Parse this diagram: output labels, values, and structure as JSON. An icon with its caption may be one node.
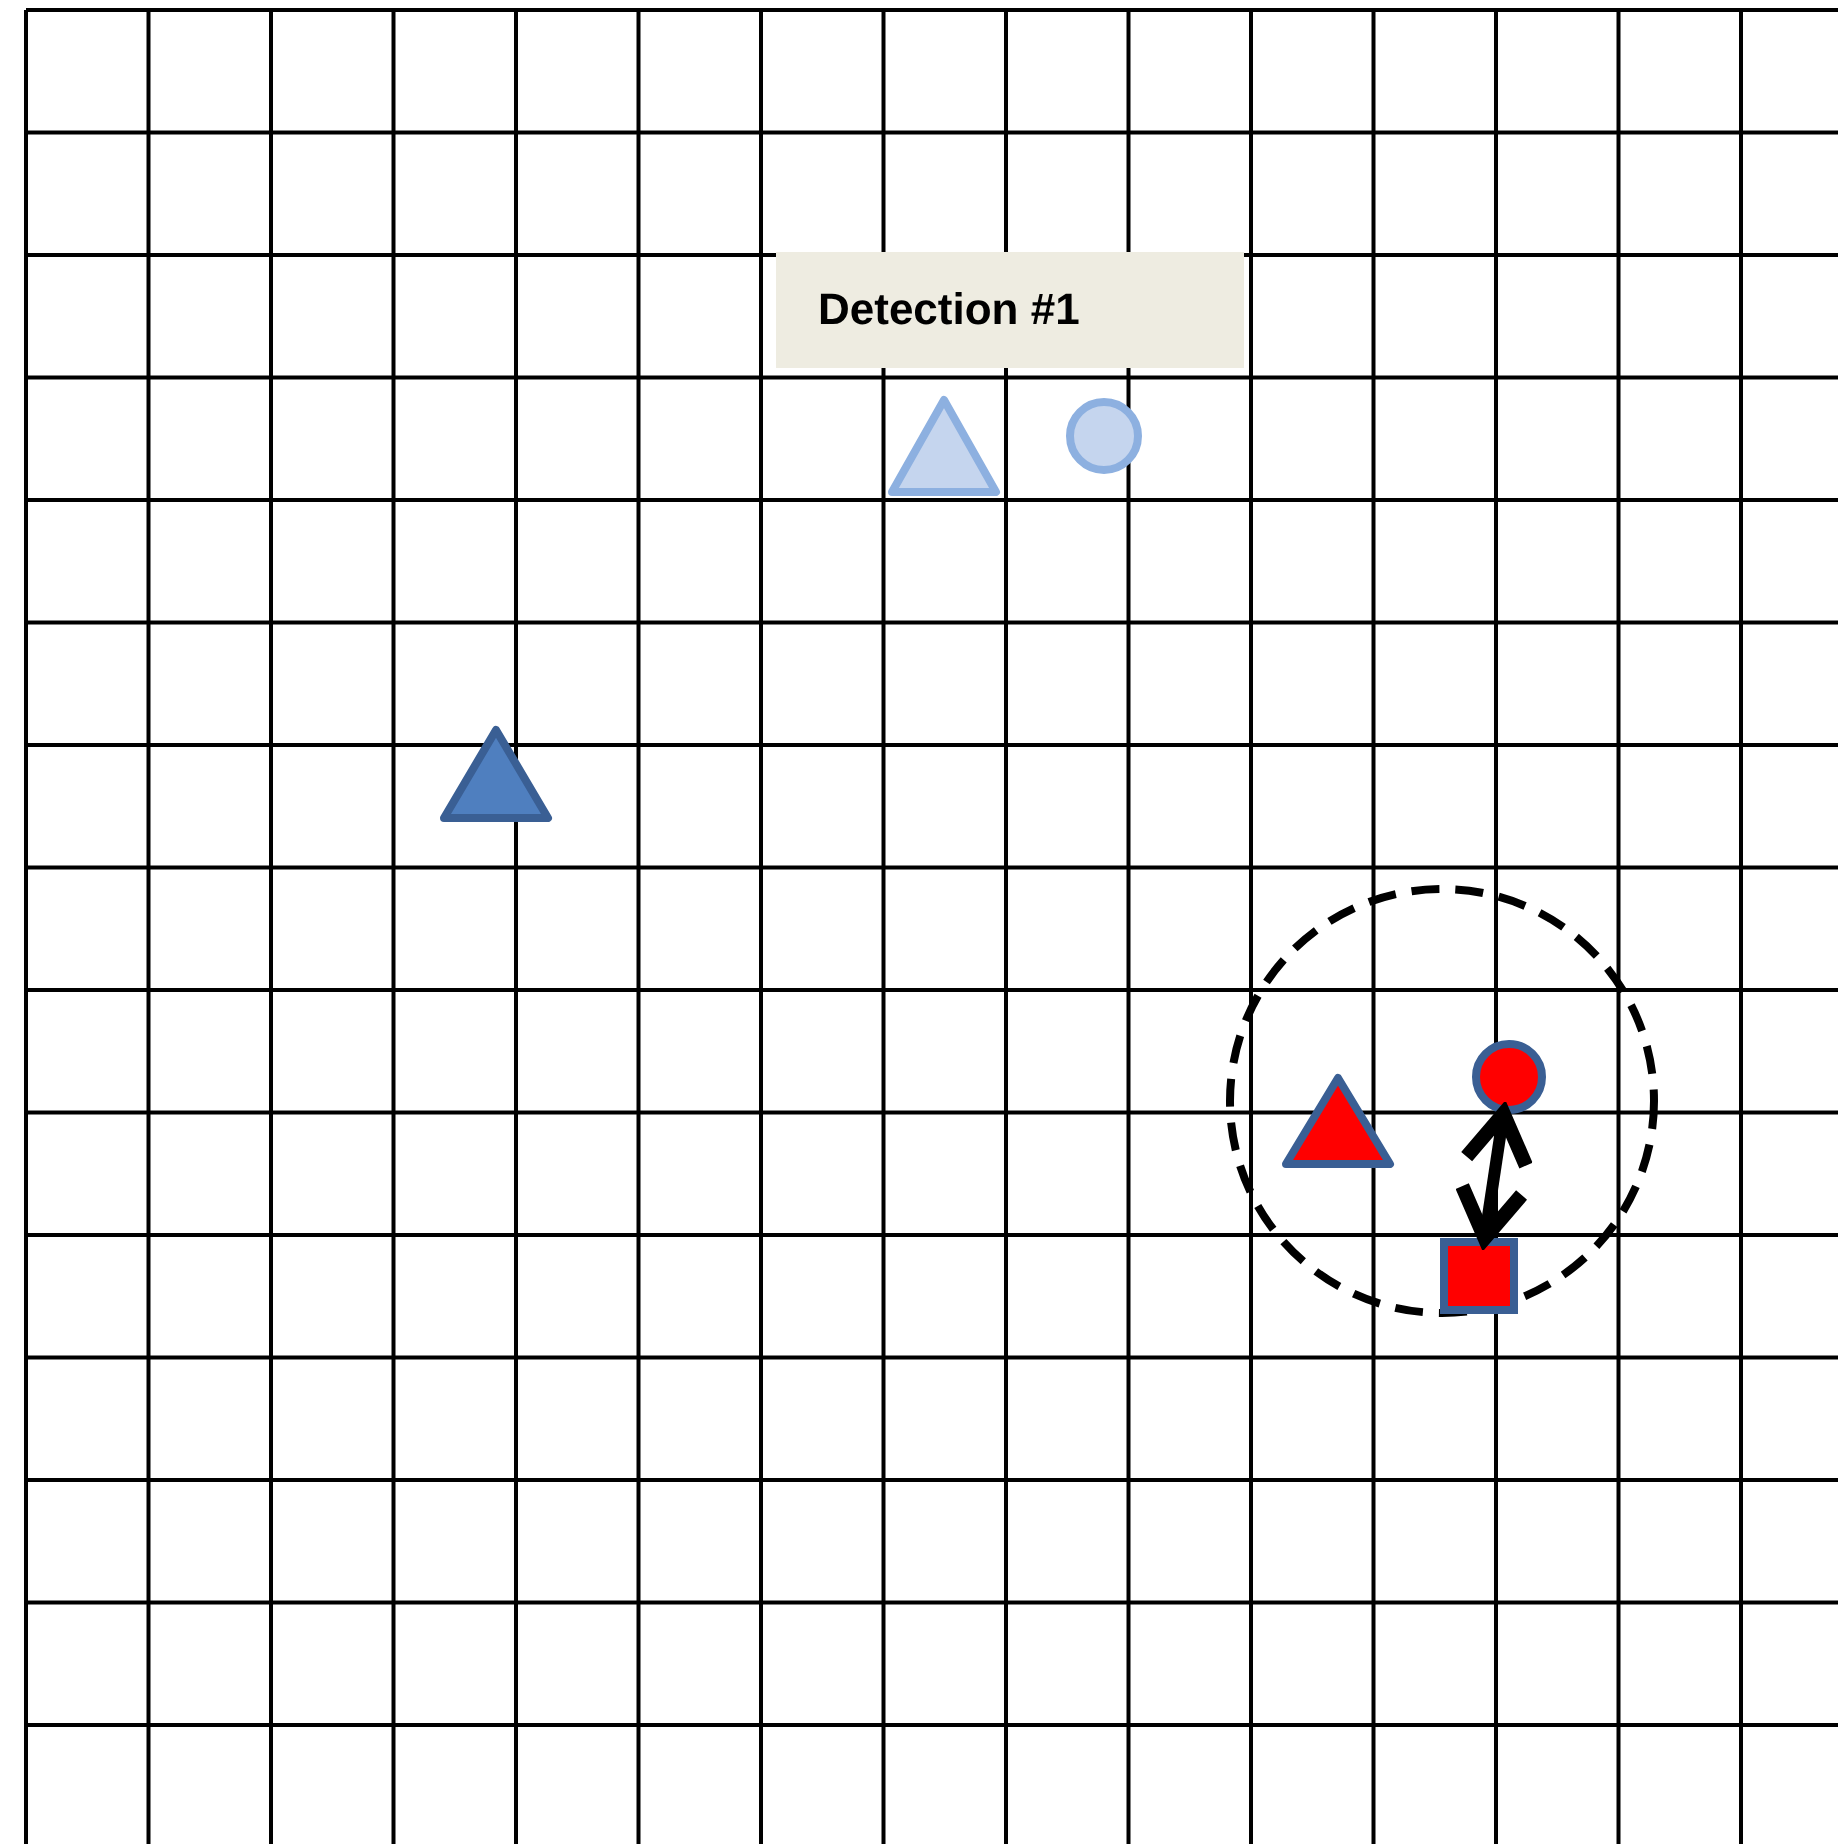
{
  "diagram": {
    "nodes": [
      {
        "text": [
          "Detection #1"
        ]
      },
      {
        "text": [],
        "shape": "triangle"
      },
      {
        "text": [],
        "shape": "circle"
      },
      {
        "text": [],
        "shape": "triangle"
      },
      {
        "text": [],
        "shape": "circle"
      },
      {
        "text": [],
        "shape": "triangle",
        "in": 4
      },
      {
        "text": [],
        "shape": "circle",
        "in": 4
      },
      {
        "text": [],
        "shape": "box",
        "in": 4
      }
    ],
    "edges": [
      {
        "from": 6,
        "to": 7,
        "arrow": "both"
      }
    ]
  }
}
